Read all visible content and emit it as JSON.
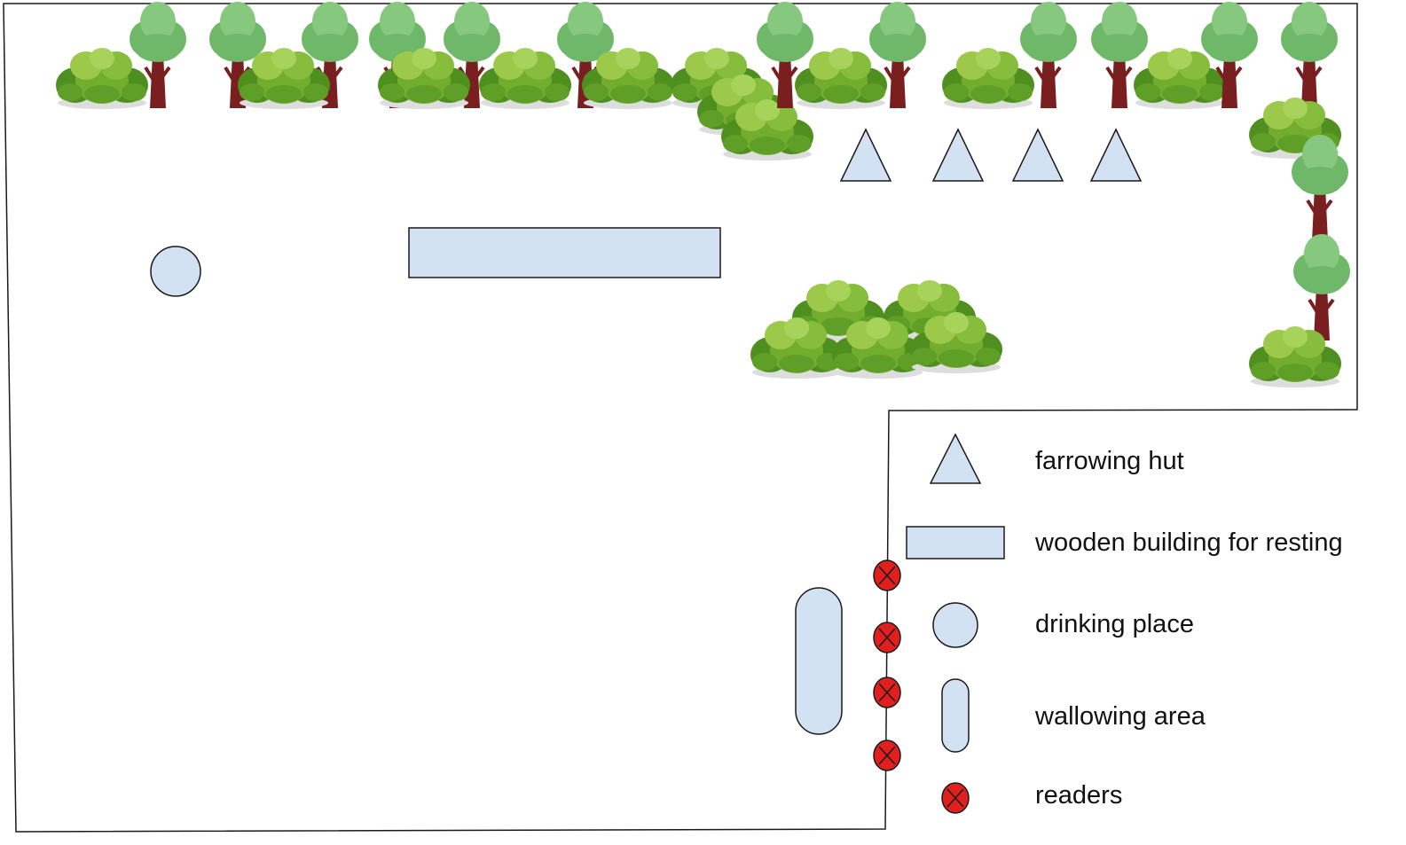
{
  "colors": {
    "shape_fill": "#d3e2f3",
    "outline": "#1a1a1a",
    "reader_fill": "#e01f1f",
    "bush_dark": "#4f8f1f",
    "bush_mid": "#73ad2e",
    "bush_light": "#9cc94a",
    "tree_canopy": "#6fb86a",
    "tree_canopy_light": "#86c97e",
    "tree_trunk": "#7a1f1f"
  },
  "icons": {
    "farrowing_hut": "triangle",
    "wooden_building": "rectangle",
    "drinking_place": "circle",
    "wallowing_area": "rounded-capsule",
    "reader": "circled-x",
    "tree": "tree",
    "bush": "bush"
  },
  "legend": [
    {
      "key": "farrowing_hut",
      "label": "farrowing hut"
    },
    {
      "key": "wooden_building",
      "label": "wooden building for resting"
    },
    {
      "key": "drinking_place",
      "label": "drinking place"
    },
    {
      "key": "wallowing_area",
      "label": "wallowing area"
    },
    {
      "key": "readers",
      "label": "readers"
    }
  ]
}
